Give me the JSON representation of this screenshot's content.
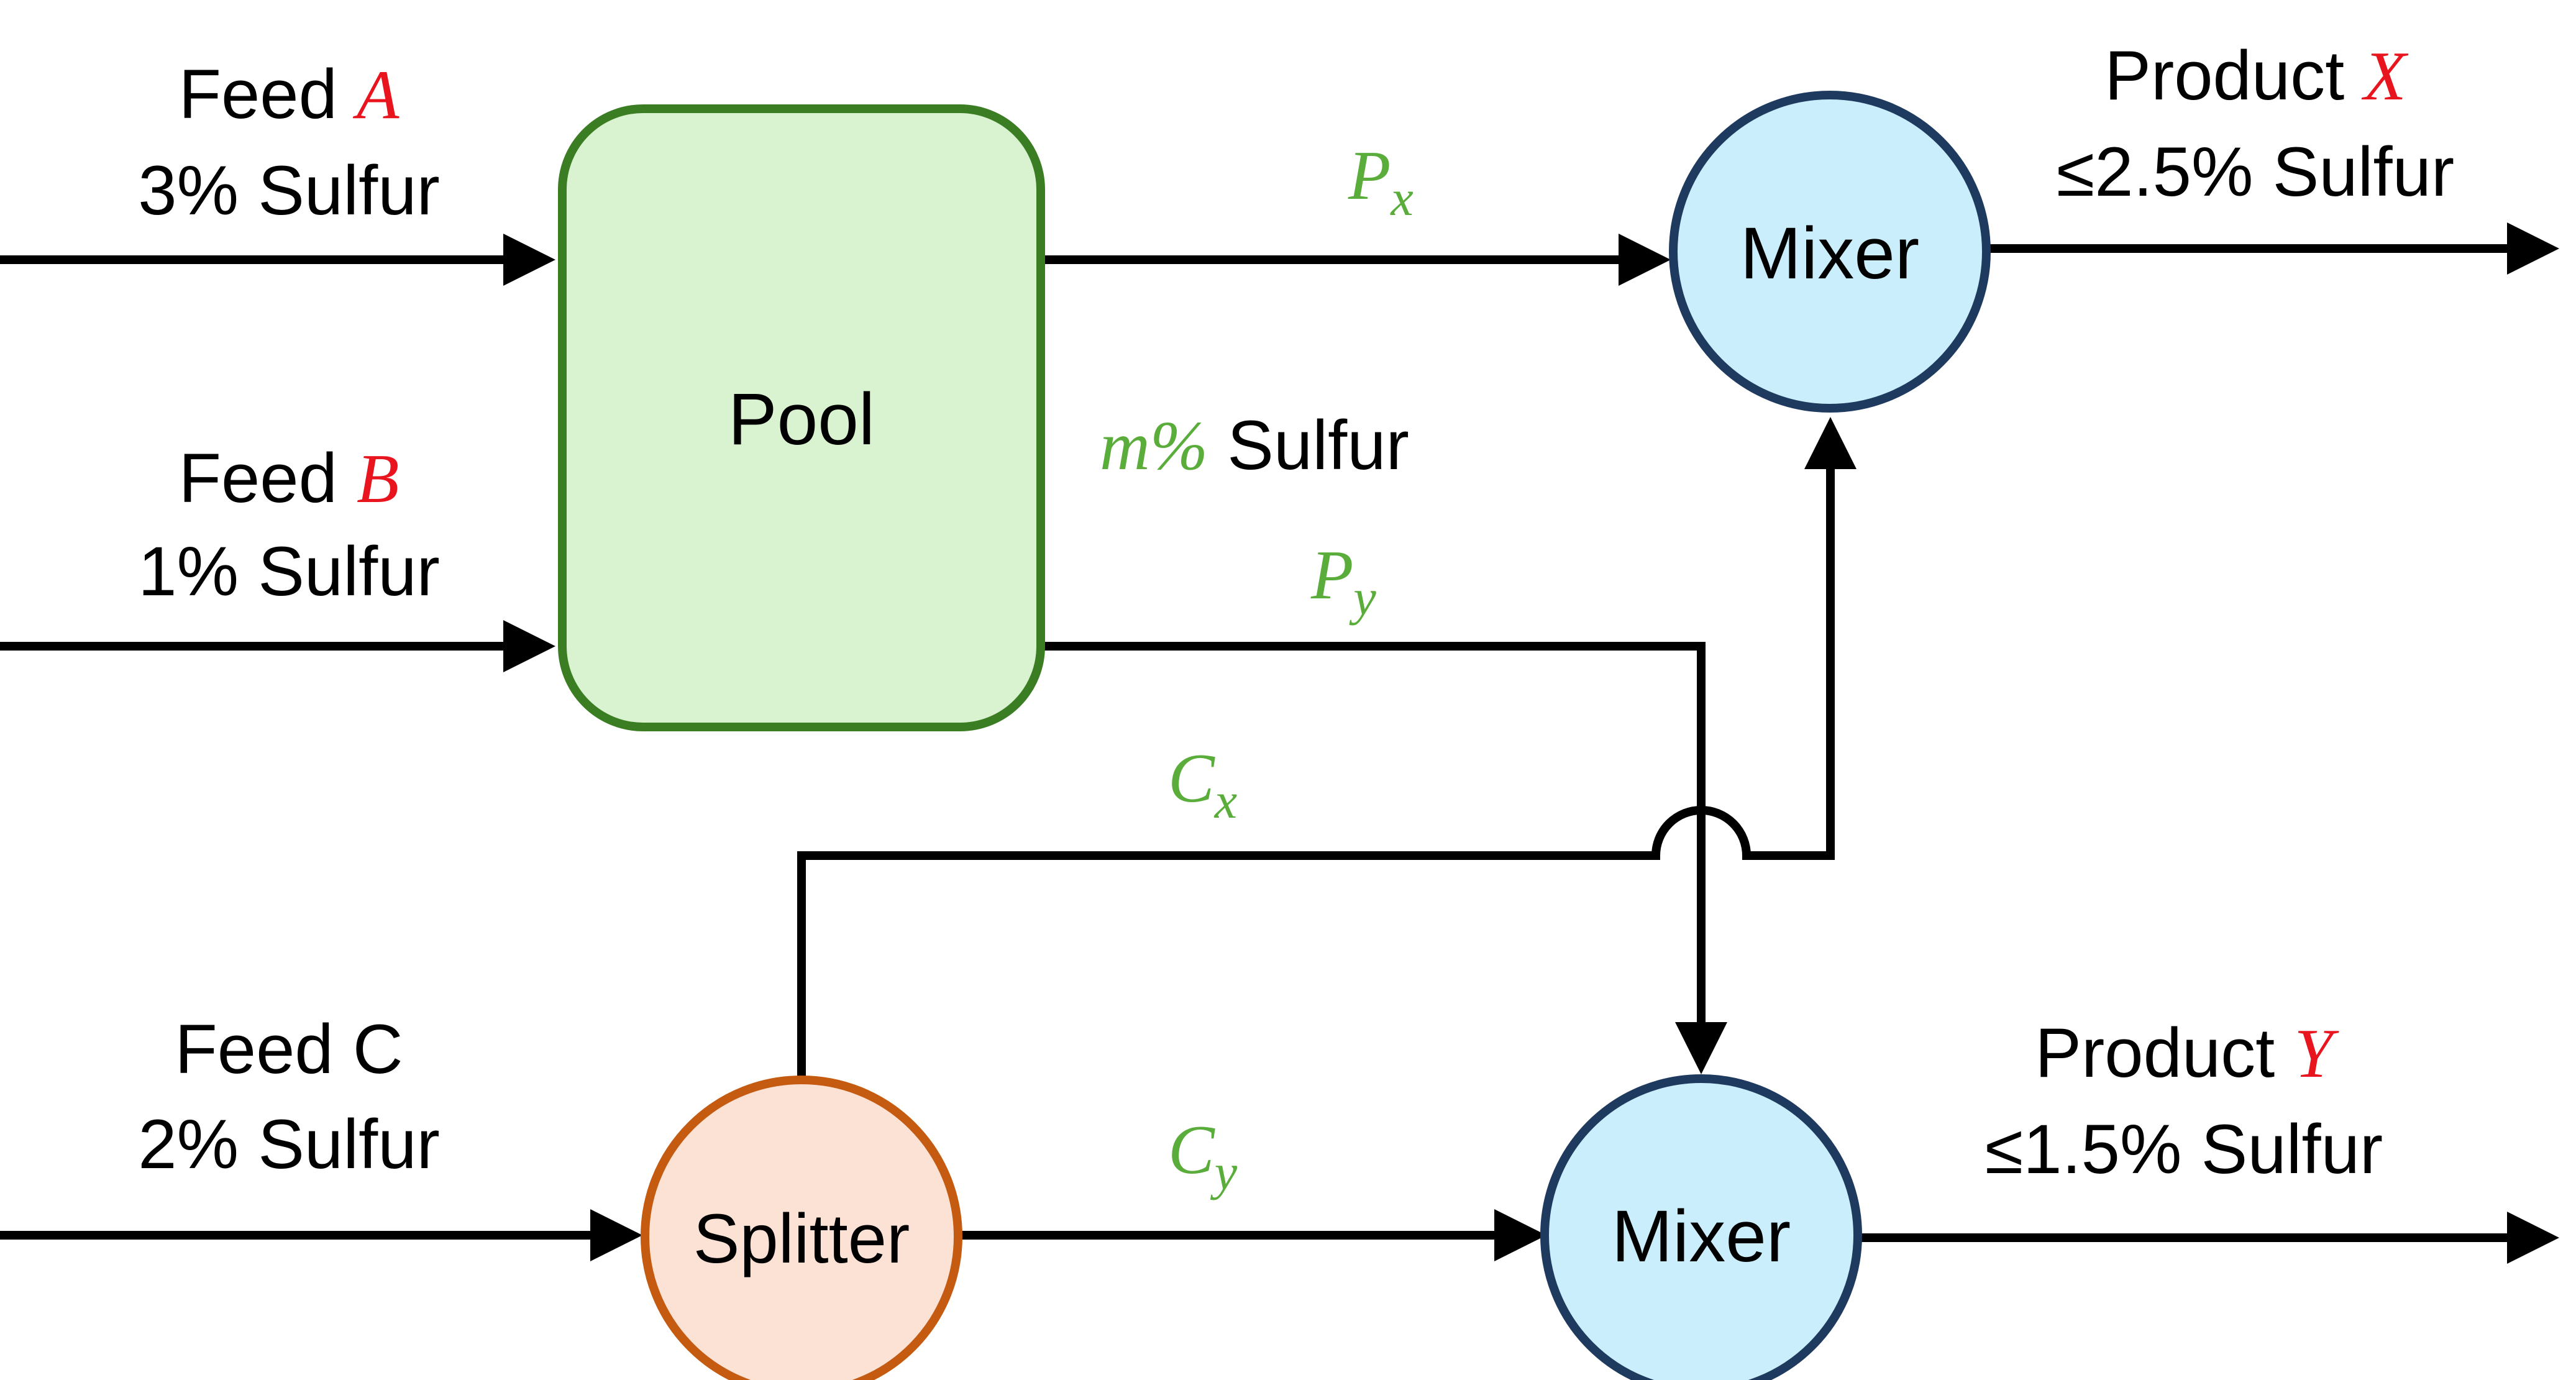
{
  "feeds": [
    {
      "word": "Feed ",
      "name": "A",
      "sulfur": "3% Sulfur"
    },
    {
      "word": "Feed ",
      "name": "B",
      "sulfur": "1% Sulfur"
    },
    {
      "word": "Feed C",
      "name": "",
      "sulfur": "2% Sulfur"
    }
  ],
  "pool": {
    "label": "Pool",
    "sulfur_var": "m%",
    "sulfur_text": " Sulfur"
  },
  "splitter": {
    "label": "Splitter"
  },
  "mixers": [
    {
      "label": "Mixer"
    },
    {
      "label": "Mixer"
    }
  ],
  "products": [
    {
      "word": "Product ",
      "name": "X",
      "spec": "≤2.5% Sulfur"
    },
    {
      "word": "Product ",
      "name": "Y",
      "spec": "≤1.5% Sulfur"
    }
  ],
  "streams": {
    "px": {
      "base": "P",
      "sub": "x"
    },
    "py": {
      "base": "P",
      "sub": "y"
    },
    "cx": {
      "base": "C",
      "sub": "x"
    },
    "cy": {
      "base": "C",
      "sub": "y"
    }
  },
  "colors": {
    "pool_fill": "#d9f2d0",
    "pool_stroke": "#3b7d23",
    "splitter_fill": "#fbe2d5",
    "splitter_stroke": "#c55a11",
    "mixer_fill": "#caeefb",
    "mixer_stroke": "#1f3a5f",
    "var_green": "#5aad3a",
    "name_red": "#e8141e"
  }
}
